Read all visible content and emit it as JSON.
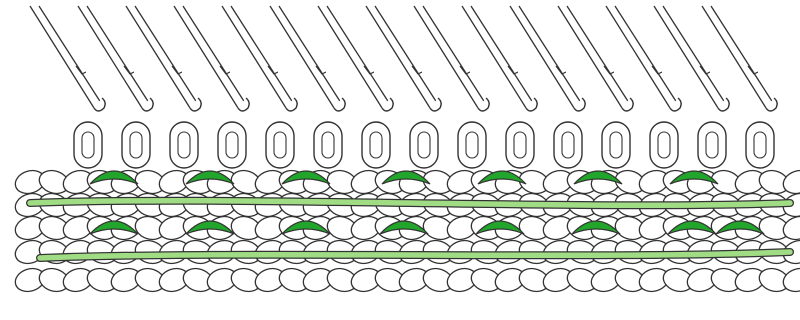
{
  "diagram": {
    "subject": "knitted-fabric-with-laid-in-yarn",
    "needle_count": 15,
    "knit_rows": 5,
    "inlay_rows": 2,
    "colors": {
      "background": "#ffffff",
      "outline": "#333333",
      "yarn_fill": "#ffffff",
      "inlay_dark": "#22a52b",
      "inlay_light": "#9fdc84",
      "needle": "#ffffff"
    }
  }
}
